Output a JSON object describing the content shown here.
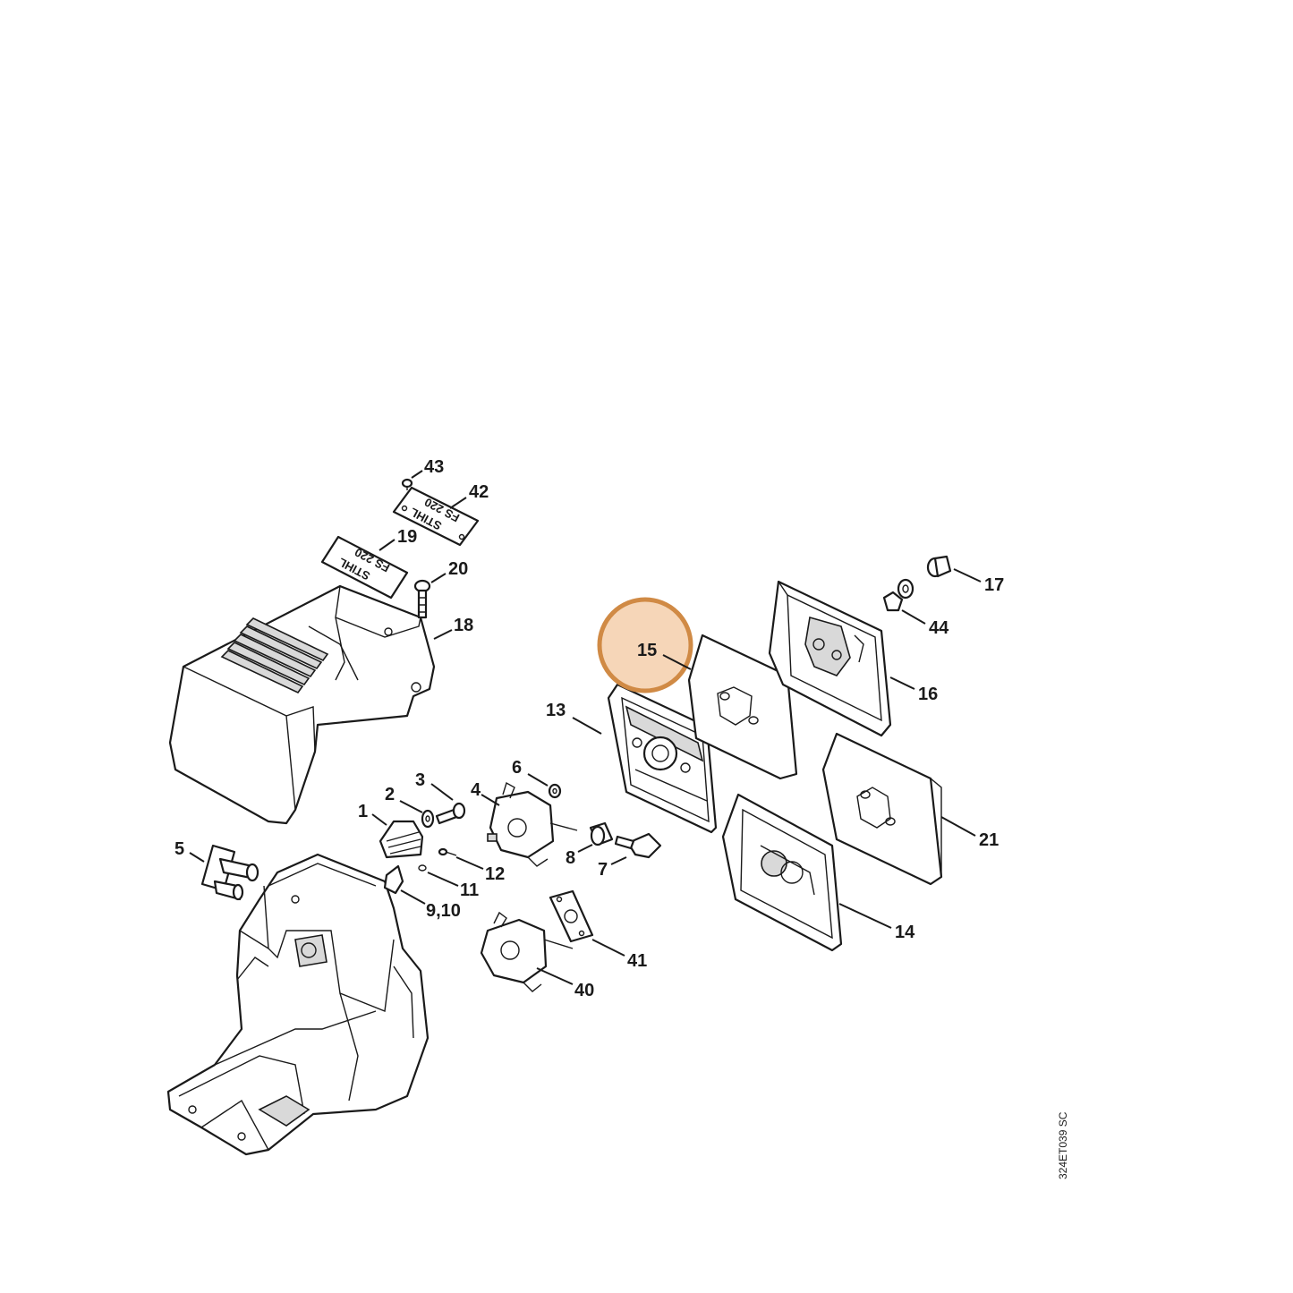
{
  "highlight": {
    "callout": "15",
    "fill": "#f3c8a0",
    "stroke": "#d08a45"
  },
  "callouts": [
    {
      "id": "c43",
      "label": "43"
    },
    {
      "id": "c42",
      "label": "42"
    },
    {
      "id": "c19",
      "label": "19"
    },
    {
      "id": "c20",
      "label": "20"
    },
    {
      "id": "c18",
      "label": "18"
    },
    {
      "id": "c17",
      "label": "17"
    },
    {
      "id": "c44",
      "label": "44"
    },
    {
      "id": "c16",
      "label": "16"
    },
    {
      "id": "c15",
      "label": "15"
    },
    {
      "id": "c13",
      "label": "13"
    },
    {
      "id": "c21",
      "label": "21"
    },
    {
      "id": "c14",
      "label": "14"
    },
    {
      "id": "c6",
      "label": "6"
    },
    {
      "id": "c3",
      "label": "3"
    },
    {
      "id": "c4",
      "label": "4"
    },
    {
      "id": "c2",
      "label": "2"
    },
    {
      "id": "c1",
      "label": "1"
    },
    {
      "id": "c5",
      "label": "5"
    },
    {
      "id": "c8",
      "label": "8"
    },
    {
      "id": "c7",
      "label": "7"
    },
    {
      "id": "c12",
      "label": "12"
    },
    {
      "id": "c11",
      "label": "11"
    },
    {
      "id": "c910",
      "label": "9,10"
    },
    {
      "id": "c41",
      "label": "41"
    },
    {
      "id": "c40",
      "label": "40"
    }
  ],
  "nameplate_text": {
    "line1": "STIHL",
    "line2": "FS 220"
  },
  "drawing_reference": "324ET039 SC"
}
